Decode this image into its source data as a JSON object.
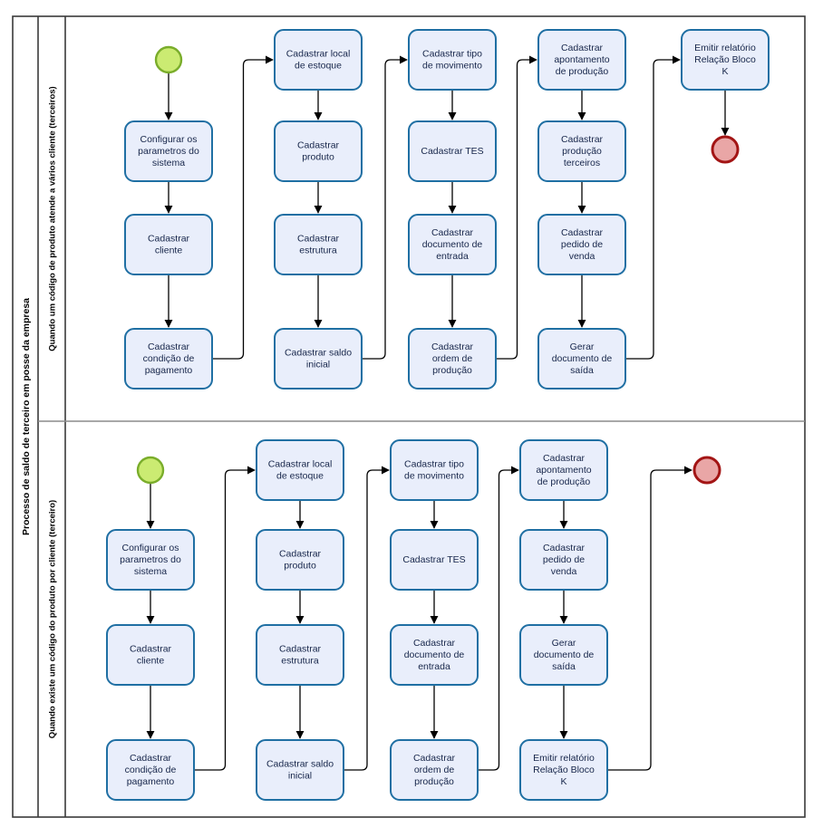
{
  "pool": {
    "title": "Processo de saldo de terceiro em posse da empresa"
  },
  "lanes": [
    {
      "id": "lane-top",
      "title": "Quando um código de produto atende a vários cliente (terceiros)"
    },
    {
      "id": "lane-bottom",
      "title": "Quando existe um código do produto por cliente (terceiro)"
    }
  ],
  "events": {
    "start_top": {
      "name": "start-event",
      "type": "start"
    },
    "end_top": {
      "name": "end-event",
      "type": "end"
    },
    "start_bottom": {
      "name": "start-event",
      "type": "start"
    },
    "end_bottom": {
      "name": "end-event",
      "type": "end"
    }
  },
  "colors": {
    "task_fill": "#e9eefb",
    "task_border": "#1f6fa3",
    "start_fill": "#cbeb72",
    "start_border": "#7aad2b",
    "end_fill": "#e9a6a6",
    "end_border": "#a31515",
    "pool_border": "#3a3a3a",
    "flow": "#000000"
  },
  "lane_top": {
    "columns": [
      {
        "tasks": [
          {
            "lines": [
              "Configurar os",
              "parametros do",
              "sistema"
            ]
          },
          {
            "lines": [
              "Cadastrar",
              "cliente"
            ]
          },
          {
            "lines": [
              "Cadastrar",
              "condição de",
              "pagamento"
            ]
          }
        ]
      },
      {
        "tasks": [
          {
            "lines": [
              "Cadastrar local",
              "de estoque"
            ]
          },
          {
            "lines": [
              "Cadastrar",
              "produto"
            ]
          },
          {
            "lines": [
              "Cadastrar",
              "estrutura"
            ]
          },
          {
            "lines": [
              "Cadastrar saldo",
              "inicial"
            ]
          }
        ]
      },
      {
        "tasks": [
          {
            "lines": [
              "Cadastrar tipo",
              "de movimento"
            ]
          },
          {
            "lines": [
              "Cadastrar TES"
            ]
          },
          {
            "lines": [
              "Cadastrar",
              "documento de",
              "entrada"
            ]
          },
          {
            "lines": [
              "Cadastrar",
              "ordem de",
              "produção"
            ]
          }
        ]
      },
      {
        "tasks": [
          {
            "lines": [
              "Cadastrar",
              "apontamento",
              "de produção"
            ]
          },
          {
            "lines": [
              "Cadastrar",
              "produção",
              "terceiros"
            ]
          },
          {
            "lines": [
              "Cadastrar",
              "pedido de",
              "venda"
            ]
          },
          {
            "lines": [
              "Gerar",
              "documento de",
              "saída"
            ]
          }
        ]
      },
      {
        "tasks": [
          {
            "lines": [
              "Emitir relatório",
              "Relação Bloco",
              "K"
            ]
          }
        ]
      }
    ]
  },
  "lane_bottom": {
    "columns": [
      {
        "tasks": [
          {
            "lines": [
              "Configurar os",
              "parametros do",
              "sistema"
            ]
          },
          {
            "lines": [
              "Cadastrar",
              "cliente"
            ]
          },
          {
            "lines": [
              "Cadastrar",
              "condição de",
              "pagamento"
            ]
          }
        ]
      },
      {
        "tasks": [
          {
            "lines": [
              "Cadastrar local",
              "de estoque"
            ]
          },
          {
            "lines": [
              "Cadastrar",
              "produto"
            ]
          },
          {
            "lines": [
              "Cadastrar",
              "estrutura"
            ]
          },
          {
            "lines": [
              "Cadastrar saldo",
              "inicial"
            ]
          }
        ]
      },
      {
        "tasks": [
          {
            "lines": [
              "Cadastrar tipo",
              "de movimento"
            ]
          },
          {
            "lines": [
              "Cadastrar TES"
            ]
          },
          {
            "lines": [
              "Cadastrar",
              "documento de",
              "entrada"
            ]
          },
          {
            "lines": [
              "Cadastrar",
              "ordem de",
              "produção"
            ]
          }
        ]
      },
      {
        "tasks": [
          {
            "lines": [
              "Cadastrar",
              "apontamento",
              "de produção"
            ]
          },
          {
            "lines": [
              "Cadastrar",
              "pedido de",
              "venda"
            ]
          },
          {
            "lines": [
              "Gerar",
              "documento de",
              "saída"
            ]
          },
          {
            "lines": [
              "Emitir relatório",
              "Relação Bloco",
              "K"
            ]
          }
        ]
      }
    ]
  }
}
